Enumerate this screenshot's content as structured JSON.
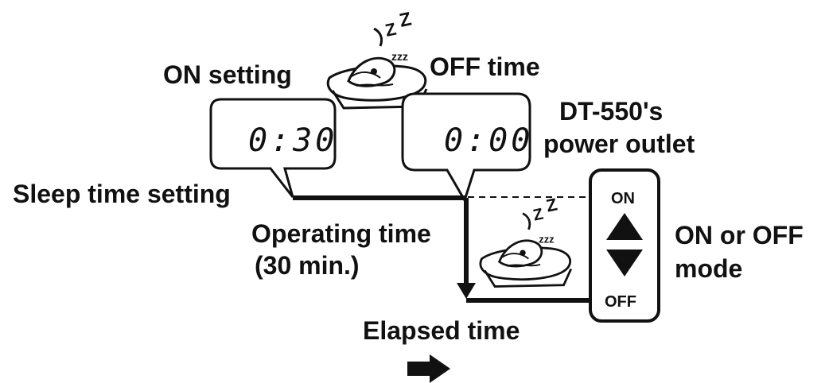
{
  "diagram": {
    "on_setting_label": "ON setting",
    "off_time_label": "OFF time",
    "on_display_value": "0:30",
    "off_display_value": "0:00",
    "outlet_label_line1": "DT-550's",
    "outlet_label_line2": "power outlet",
    "sleep_time_setting_label": "Sleep time setting",
    "operating_time_line1": "Operating time",
    "operating_time_line2": "(30 min.)",
    "mode_line1": "ON or OFF",
    "mode_line2": "mode",
    "switch_on_label": "ON",
    "switch_off_label": "OFF",
    "elapsed_time_label": "Elapsed time",
    "icons": [
      "sleeping-person-icon",
      "up-triangle-icon",
      "down-triangle-icon",
      "right-arrow-icon"
    ]
  }
}
